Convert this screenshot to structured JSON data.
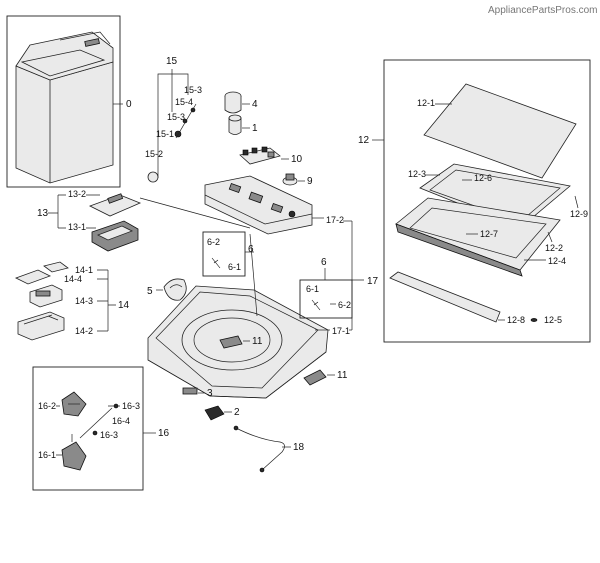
{
  "watermark": "AppliancePartsPros.com",
  "labels": {
    "p0": "0",
    "p1": "1",
    "p2": "2",
    "p3": "3",
    "p4": "4",
    "p5": "5",
    "p6a": "6",
    "p6b": "6",
    "p6_1a": "6-1",
    "p6_1b": "6-1",
    "p6_2a": "6-2",
    "p6_2b": "6-2",
    "p9": "9",
    "p10": "10",
    "p11a": "11",
    "p11b": "11",
    "p12": "12",
    "p12_1": "12-1",
    "p12_2": "12-2",
    "p12_3": "12-3",
    "p12_4": "12-4",
    "p12_5": "12-5",
    "p12_6": "12-6",
    "p12_7": "12-7",
    "p12_8": "12-8",
    "p12_9": "12-9",
    "p13": "13",
    "p13_1": "13-1",
    "p13_2": "13-2",
    "p14": "14",
    "p14_1": "14-1",
    "p14_2": "14-2",
    "p14_3": "14-3",
    "p14_4": "14-4",
    "p15": "15",
    "p15_1": "15-1",
    "p15_2": "15-2",
    "p15_3a": "15-3",
    "p15_3b": "15-3",
    "p15_4": "15-4",
    "p16": "16",
    "p16_1": "16-1",
    "p16_2": "16-2",
    "p16_3a": "16-3",
    "p16_3b": "16-3",
    "p16_4": "16-4",
    "p17": "17",
    "p17_1": "17-1",
    "p17_2": "17-2",
    "p18": "18"
  }
}
